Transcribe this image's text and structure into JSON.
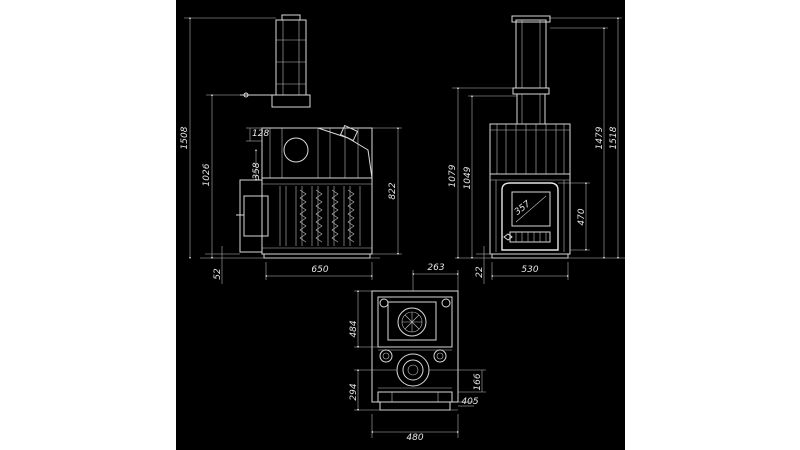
{
  "colors": {
    "background": "#000000",
    "margin": "#ffffff",
    "lines": "#d9d9d9"
  },
  "side_view": {
    "dims": {
      "overall_height": "1508",
      "tank_height": "1026",
      "top_offset": "128",
      "door_height": "358",
      "body_height": "822",
      "base": "52",
      "depth": "650"
    }
  },
  "front_view": {
    "dims": {
      "height_a": "1079",
      "height_b": "1049",
      "height_c": "1479",
      "height_d": "1518",
      "glass_height": "470",
      "base": "22",
      "width": "530"
    },
    "door_mark": "357"
  },
  "plan_view": {
    "dims": {
      "chimney_offset": "263",
      "depth_a": "484",
      "depth_b": "294",
      "flue_offset": "166",
      "flue_dia": "405",
      "width": "480"
    }
  }
}
